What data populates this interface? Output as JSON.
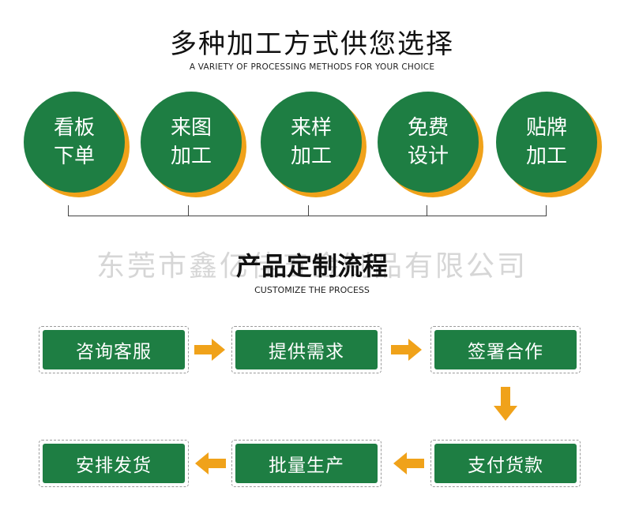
{
  "header": {
    "title": "多种加工方式供您选择",
    "subtitle": "A VARIETY OF PROCESSING METHODS FOR YOUR CHOICE"
  },
  "methods": [
    {
      "line1": "看板",
      "line2": "下单"
    },
    {
      "line1": "来图",
      "line2": "加工"
    },
    {
      "line1": "来样",
      "line2": "加工"
    },
    {
      "line1": "免费",
      "line2": "设计"
    },
    {
      "line1": "贴牌",
      "line2": "加工"
    }
  ],
  "watermark": "东莞市鑫亿佳五金制品有限公司",
  "process": {
    "title": "产品定制流程",
    "subtitle": "CUSTOMIZE THE PROCESS",
    "steps": [
      "咨询客服",
      "提供需求",
      "签署合作",
      "支付货款",
      "批量生产",
      "安排发货"
    ]
  },
  "colors": {
    "green": "#1e7e43",
    "orange": "#f0a21a"
  }
}
